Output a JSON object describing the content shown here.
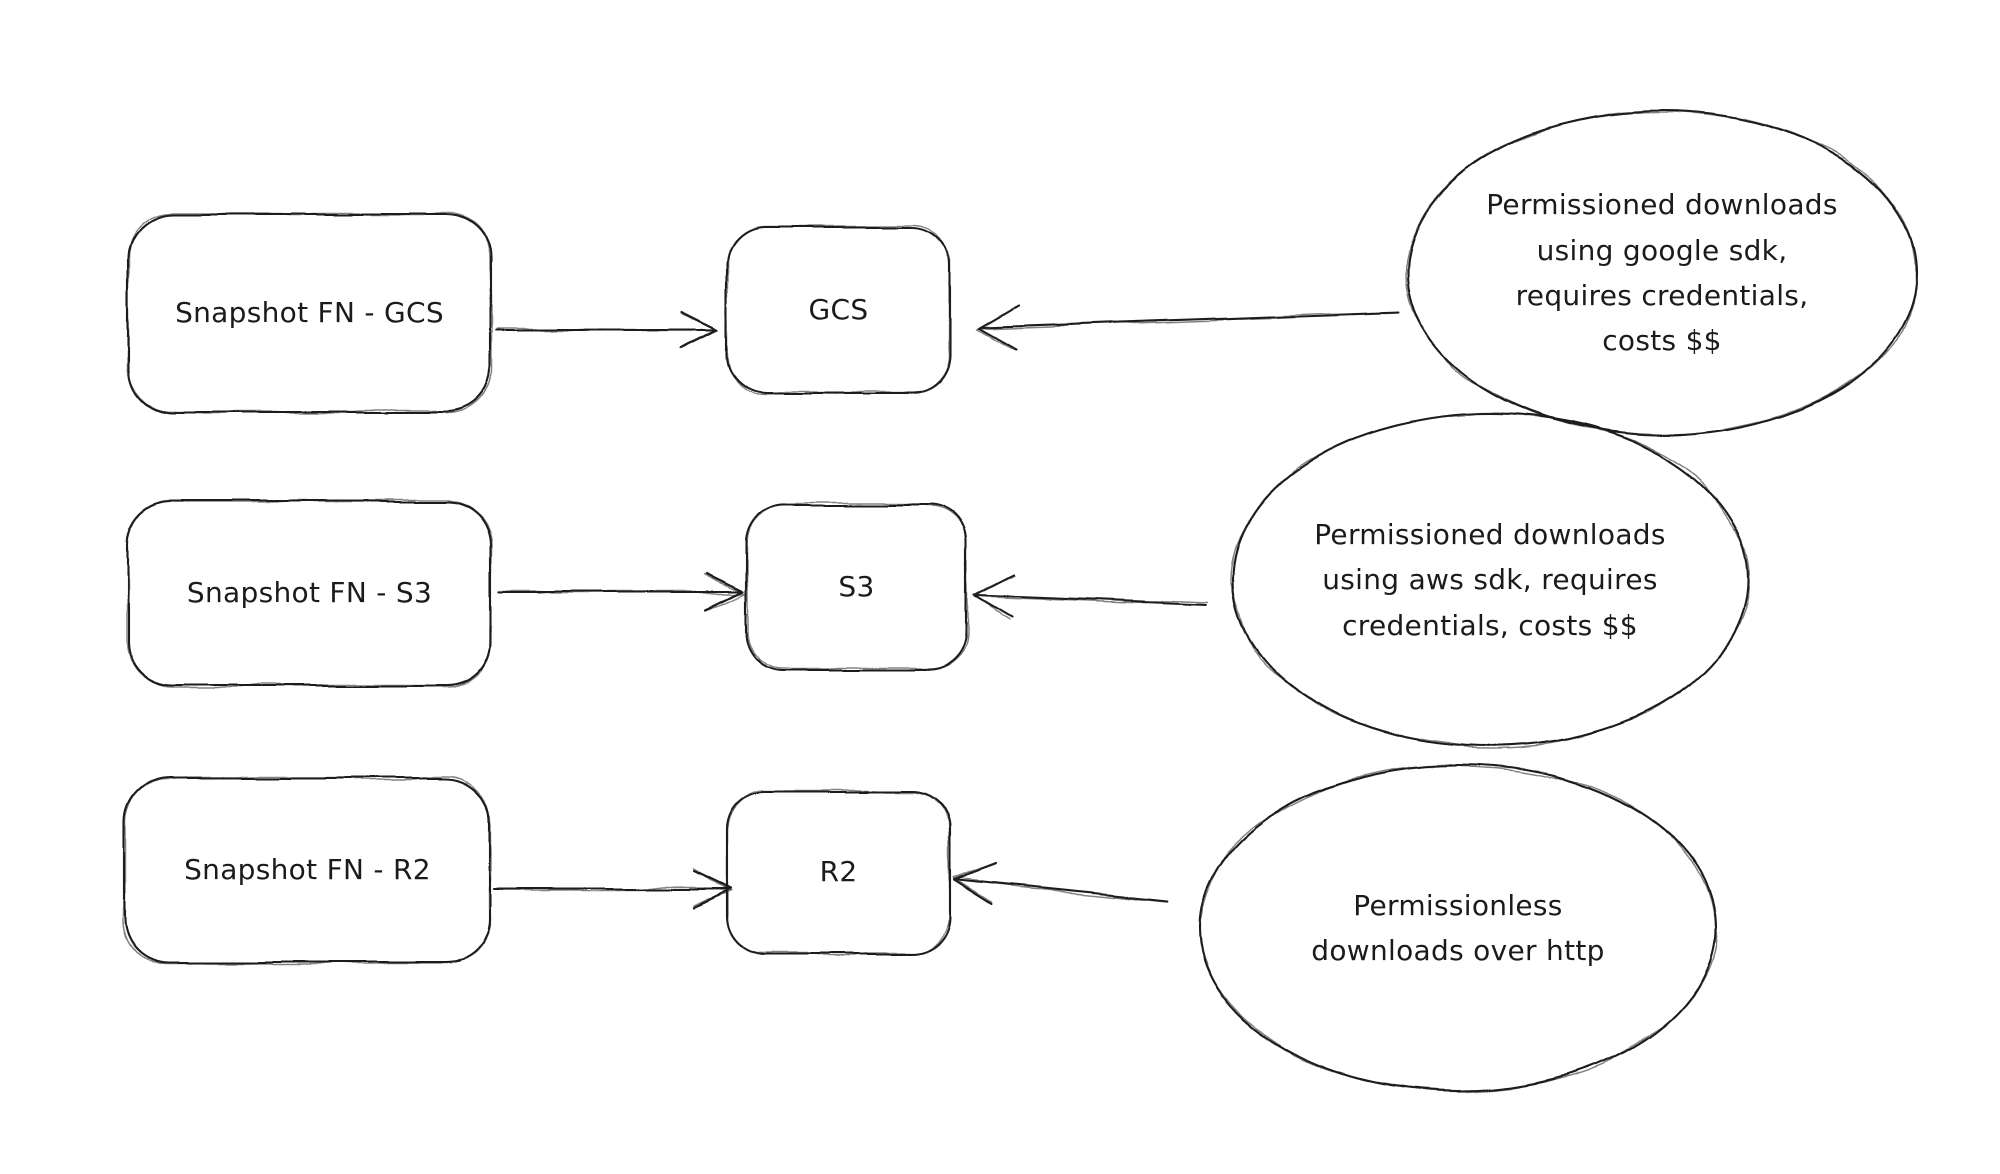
{
  "canvas": {
    "background": "#ffffff",
    "stroke_color": "#1f1f1f",
    "text_color": "#1b1b1b"
  },
  "rows": [
    {
      "source_box": "Snapshot FN - GCS",
      "store_box": "GCS",
      "note": {
        "lines": [
          "Permissioned downloads",
          "using google sdk,",
          "requires credentials,",
          "costs $$"
        ]
      }
    },
    {
      "source_box": "Snapshot FN - S3",
      "store_box": "S3",
      "note": {
        "lines": [
          "Permissioned downloads",
          "using aws sdk, requires",
          "credentials, costs $$"
        ]
      }
    },
    {
      "source_box": "Snapshot FN - R2",
      "store_box": "R2",
      "note": {
        "lines": [
          "Permissionless",
          "downloads over http"
        ]
      }
    }
  ]
}
